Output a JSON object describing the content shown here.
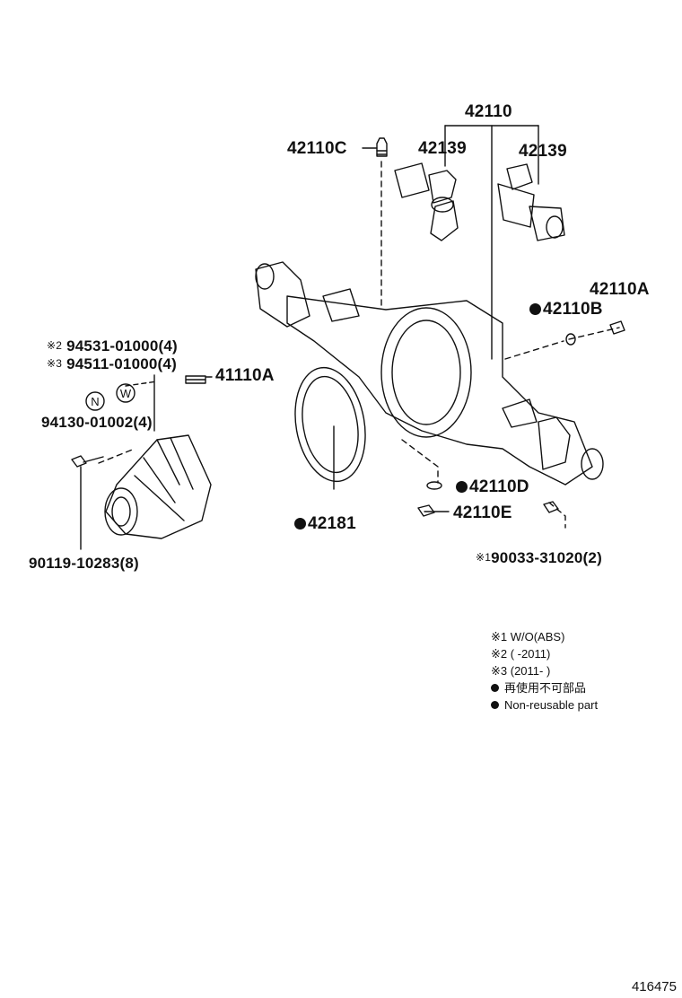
{
  "labels": {
    "axle_housing": "42110",
    "breather_plug": "42110C",
    "bracket_left": "42139",
    "bracket_right": "42139",
    "plug_a": "42110A",
    "gasket_b": "42110B",
    "gasket_d": "42110D",
    "plug_e": "42110E",
    "gasket_42181": "42181",
    "stud_41110a": "41110A",
    "washer_note2": "94531-01000(4)",
    "washer_note3": "94511-01000(4)",
    "nut_94130": "94130-01002(4)",
    "bolt_90119": "90119-10283(8)",
    "stud_90033": "90033-31020(2)",
    "mark_note1": "※1",
    "mark_note2": "※2",
    "mark_note3": "※3",
    "circle_n": "N",
    "circle_w": "W"
  },
  "legend": {
    "note1": "※1 W/O(ABS)",
    "note2": "※2 (     -2011)",
    "note3": "※3 (2011-      )",
    "nonreusable_jp": "再使用不可部品",
    "nonreusable_en": "Non-reusable part"
  },
  "diagram_code": "416475"
}
